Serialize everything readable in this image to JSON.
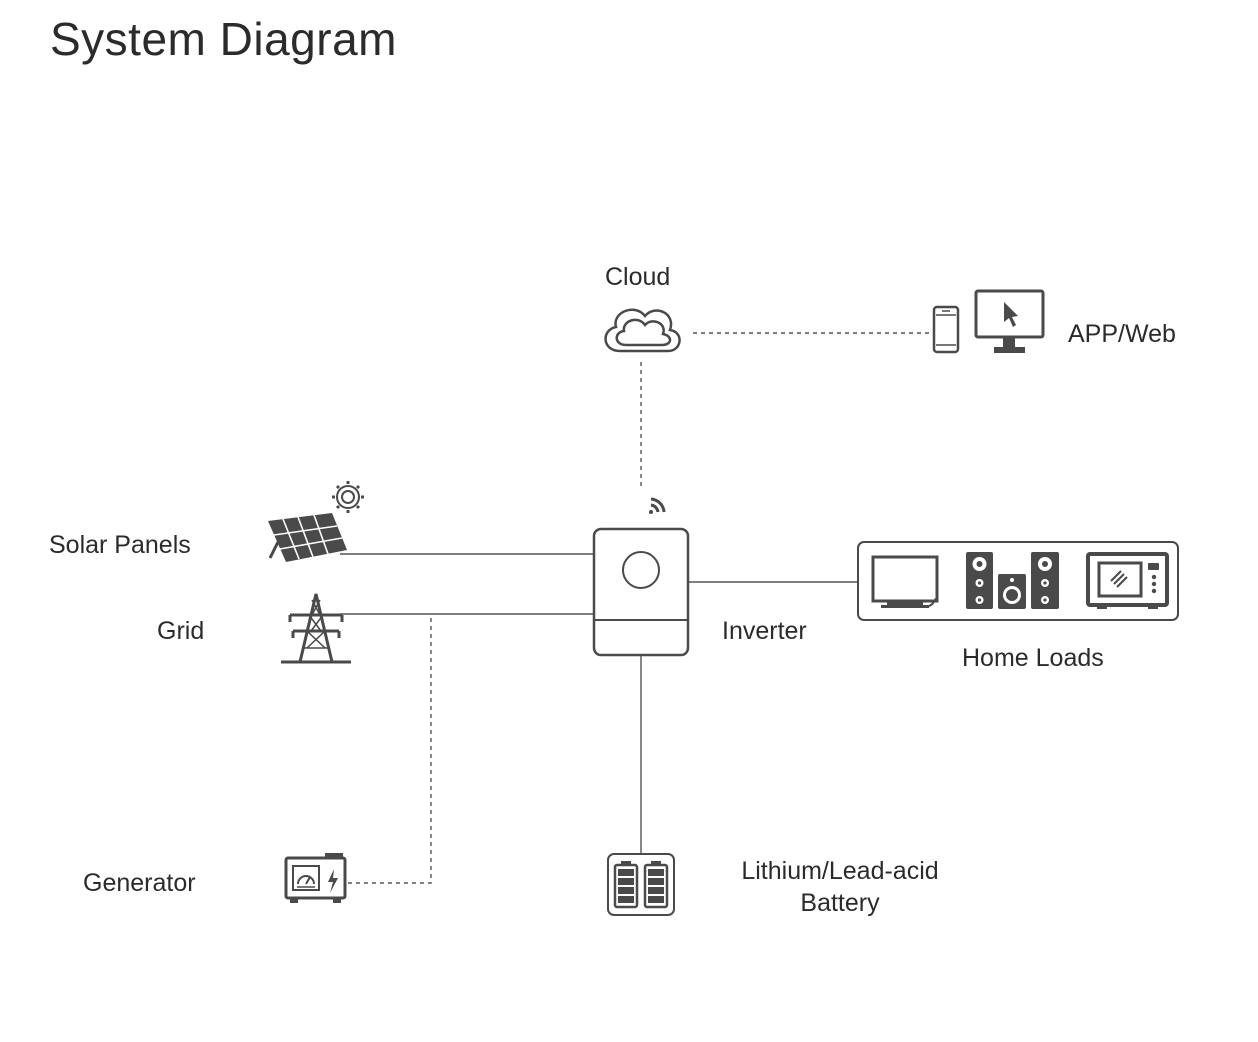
{
  "title": "System Diagram",
  "nodes": {
    "cloud": "Cloud",
    "app": "APP/Web",
    "solar": "Solar Panels",
    "grid": "Grid",
    "inverter": "Inverter",
    "home_loads": "Home Loads",
    "generator": "Generator",
    "battery_line1": "Lithium/Lead-acid",
    "battery_line2": "Battery"
  },
  "colors": {
    "ink": "#4a4a4a",
    "text": "#2b2b2b",
    "line": "#555555"
  }
}
